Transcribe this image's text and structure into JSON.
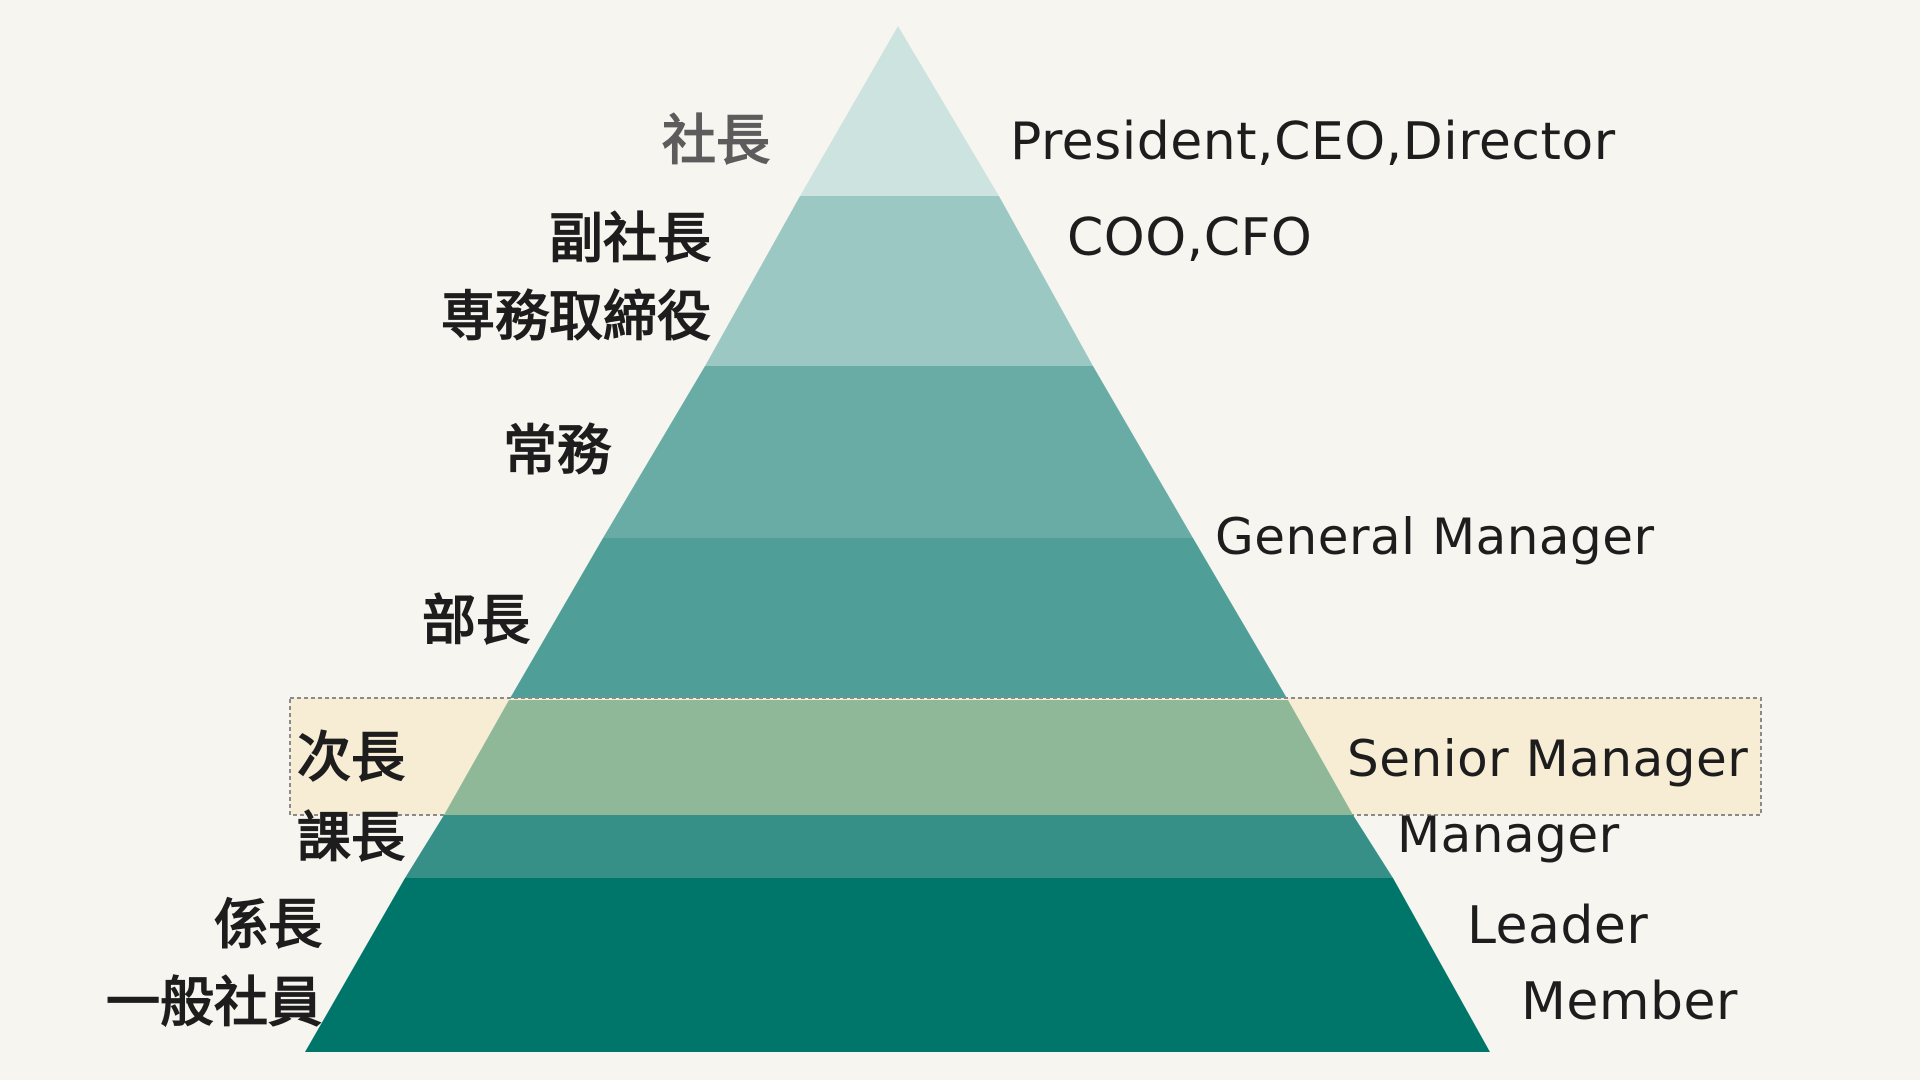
{
  "diagram": {
    "colors": {
      "background": "#f7f5ef",
      "highlight_fill": "#f7ecd4",
      "highlight_border": "#8a8a8a",
      "band_colors": [
        "#cde3e0",
        "#9cc8c3",
        "#69aca6",
        "#4f9f98",
        "#8fb898",
        "#369088",
        "#00766a"
      ]
    },
    "japanese_labels": {
      "president": "社長",
      "vice_president": "副社長",
      "senior_managing_director": "専務取締役",
      "managing_director": "常務",
      "department_head": "部長",
      "deputy_general_manager": "次長",
      "section_chief": "課長",
      "subsection_chief": "係長",
      "general_staff": "一般社員"
    },
    "english_labels": {
      "president": "President,CEO,Director",
      "vice_president": "COO,CFO",
      "general_manager": "General  Manager",
      "senior_manager": "Senior Manager",
      "manager": "Manager",
      "leader": "Leader",
      "member": "Member"
    }
  }
}
